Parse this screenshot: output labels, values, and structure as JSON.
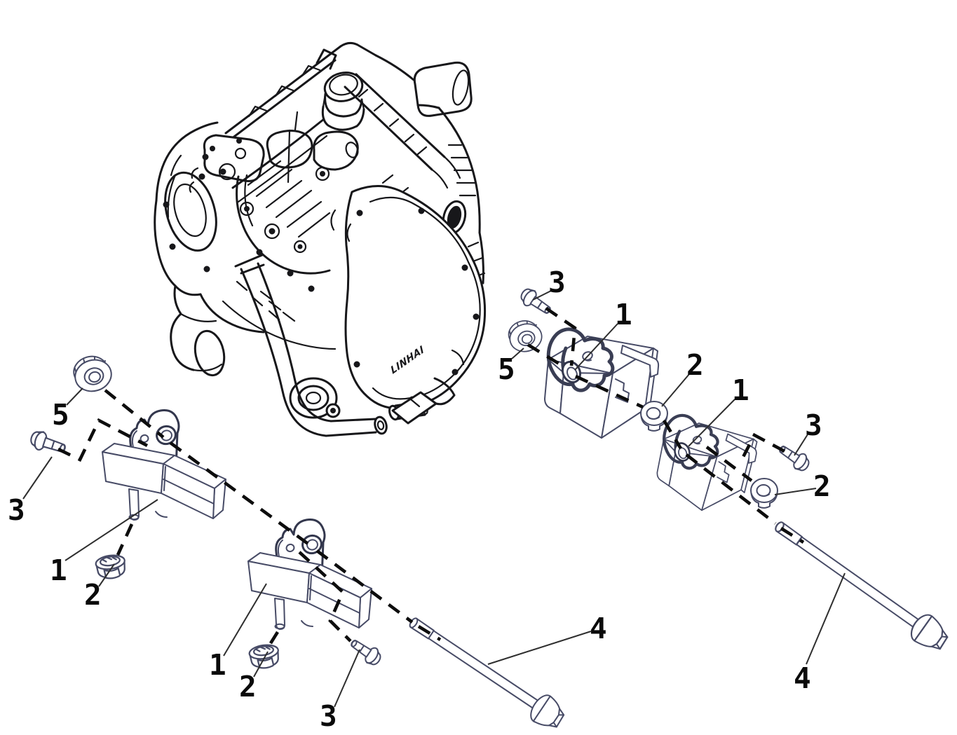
{
  "figure": {
    "type": "exploded-parts-diagram",
    "subject": "engine mounting assembly",
    "background_color": "#ffffff",
    "engine_line_color": "#17171a",
    "part_line_color": "#474b66",
    "dash_color": "#0d0d0d",
    "label_color": "#0a0a0a",
    "engine_brand_text": "LINHAI"
  },
  "callouts": [
    {
      "ref": "5",
      "position": "left-washer"
    },
    {
      "ref": "3",
      "position": "left-bolt"
    },
    {
      "ref": "1",
      "position": "left-mount"
    },
    {
      "ref": "2",
      "position": "left-nut"
    },
    {
      "ref": "1",
      "position": "center-mount"
    },
    {
      "ref": "2",
      "position": "center-nut"
    },
    {
      "ref": "3",
      "position": "center-bolt"
    },
    {
      "ref": "4",
      "position": "bottom-long-bolt"
    },
    {
      "ref": "3",
      "position": "right-top-bolt"
    },
    {
      "ref": "5",
      "position": "right-washer"
    },
    {
      "ref": "1",
      "position": "right-upper-mount"
    },
    {
      "ref": "2",
      "position": "right-upper-washer"
    },
    {
      "ref": "1",
      "position": "right-lower-mount"
    },
    {
      "ref": "3",
      "position": "right-bolt"
    },
    {
      "ref": "2",
      "position": "right-lower-washer"
    },
    {
      "ref": "4",
      "position": "right-long-bolt"
    }
  ]
}
